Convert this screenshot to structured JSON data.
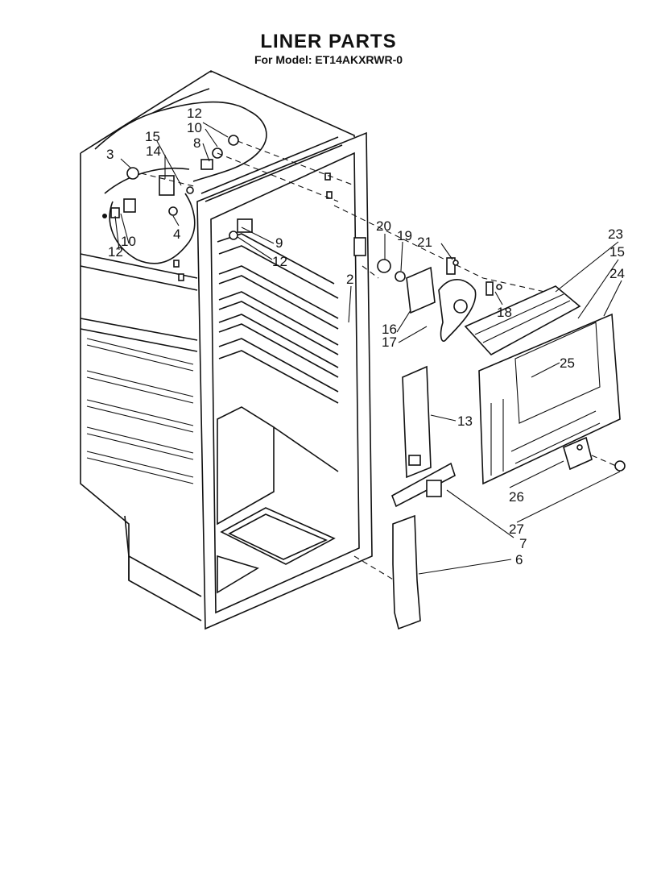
{
  "header": {
    "title": "LINER PARTS",
    "subtitle": "For Model: ET14AKXRWR-0"
  },
  "callouts": [
    "12",
    "10",
    "15",
    "8",
    "14",
    "3",
    "10",
    "12",
    "4",
    "9",
    "12",
    "2",
    "20",
    "19",
    "21",
    "18",
    "16",
    "17",
    "23",
    "15",
    "24",
    "25",
    "13",
    "26",
    "27",
    "7",
    "6"
  ]
}
